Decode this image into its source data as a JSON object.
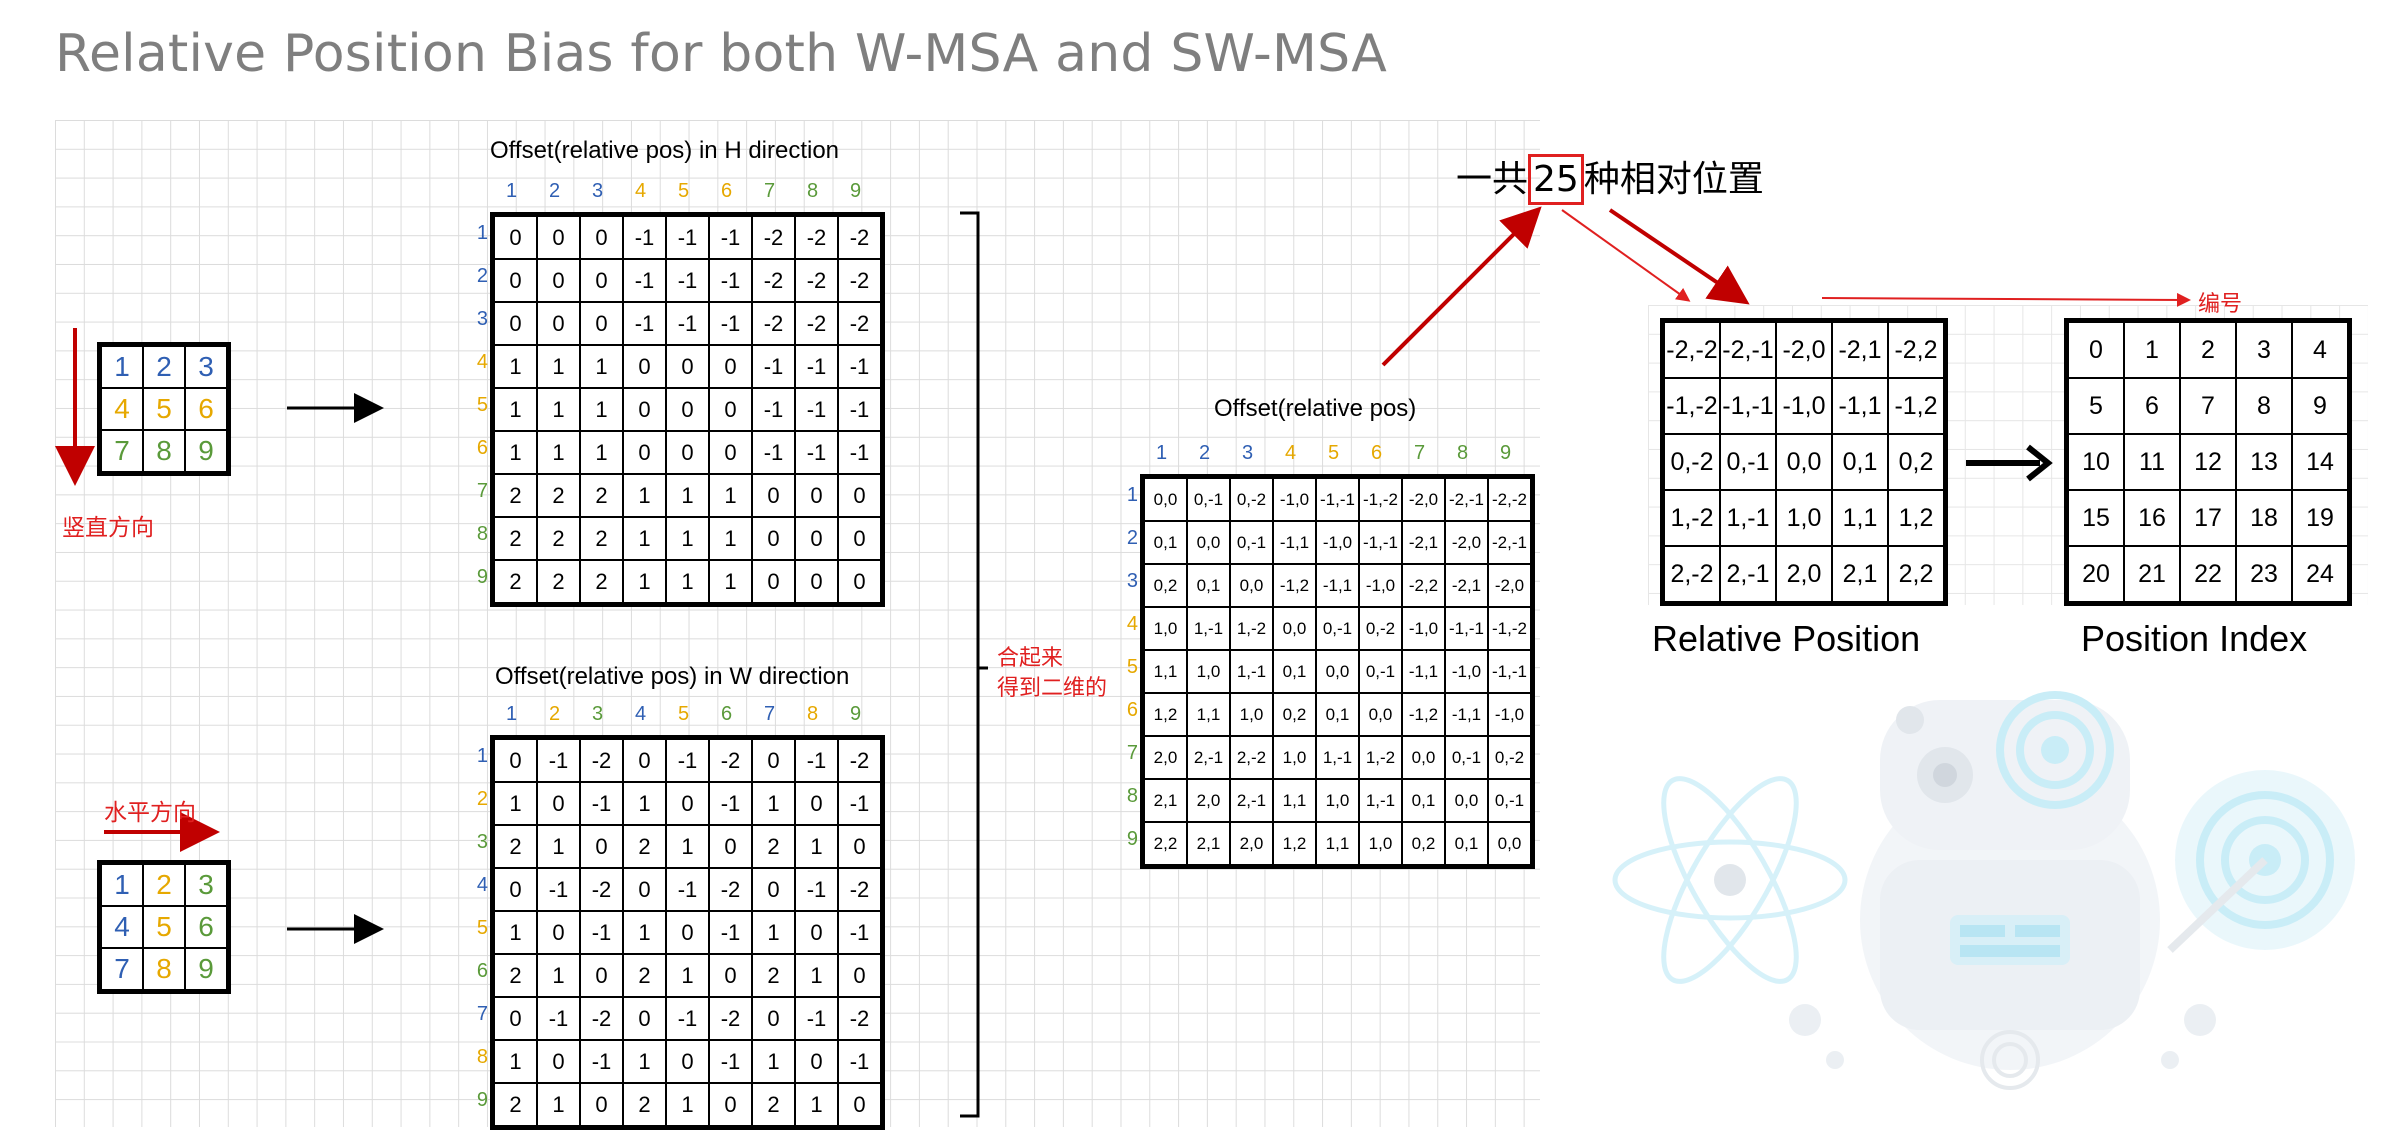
{
  "title": "Relative Position Bias for both W-MSA and SW-MSA",
  "small_grid_h": {
    "cells": [
      [
        "1",
        "2",
        "3"
      ],
      [
        "4",
        "5",
        "6"
      ],
      [
        "7",
        "8",
        "9"
      ]
    ],
    "colors": [
      [
        "blue",
        "blue",
        "blue"
      ],
      [
        "gold",
        "gold",
        "gold"
      ],
      [
        "green",
        "green",
        "green"
      ]
    ],
    "label": "竖直方向"
  },
  "small_grid_w": {
    "cells": [
      [
        "1",
        "2",
        "3"
      ],
      [
        "4",
        "5",
        "6"
      ],
      [
        "7",
        "8",
        "9"
      ]
    ],
    "colors": [
      [
        "blue",
        "gold",
        "green"
      ],
      [
        "blue",
        "gold",
        "green"
      ],
      [
        "blue",
        "gold",
        "green"
      ]
    ],
    "label": "水平方向"
  },
  "h_matrix": {
    "title": "Offset(relative pos) in H direction",
    "col_headers": [
      "1",
      "2",
      "3",
      "4",
      "5",
      "6",
      "7",
      "8",
      "9"
    ],
    "col_colors": [
      "blue",
      "blue",
      "blue",
      "gold",
      "gold",
      "gold",
      "green",
      "green",
      "green"
    ],
    "row_headers": [
      "1",
      "2",
      "3",
      "4",
      "5",
      "6",
      "7",
      "8",
      "9"
    ],
    "row_colors": [
      "blue",
      "blue",
      "blue",
      "gold",
      "gold",
      "gold",
      "green",
      "green",
      "green"
    ],
    "rows": [
      [
        "0",
        "0",
        "0",
        "-1",
        "-1",
        "-1",
        "-2",
        "-2",
        "-2"
      ],
      [
        "0",
        "0",
        "0",
        "-1",
        "-1",
        "-1",
        "-2",
        "-2",
        "-2"
      ],
      [
        "0",
        "0",
        "0",
        "-1",
        "-1",
        "-1",
        "-2",
        "-2",
        "-2"
      ],
      [
        "1",
        "1",
        "1",
        "0",
        "0",
        "0",
        "-1",
        "-1",
        "-1"
      ],
      [
        "1",
        "1",
        "1",
        "0",
        "0",
        "0",
        "-1",
        "-1",
        "-1"
      ],
      [
        "1",
        "1",
        "1",
        "0",
        "0",
        "0",
        "-1",
        "-1",
        "-1"
      ],
      [
        "2",
        "2",
        "2",
        "1",
        "1",
        "1",
        "0",
        "0",
        "0"
      ],
      [
        "2",
        "2",
        "2",
        "1",
        "1",
        "1",
        "0",
        "0",
        "0"
      ],
      [
        "2",
        "2",
        "2",
        "1",
        "1",
        "1",
        "0",
        "0",
        "0"
      ]
    ]
  },
  "w_matrix": {
    "title": "Offset(relative pos) in W direction",
    "col_headers": [
      "1",
      "2",
      "3",
      "4",
      "5",
      "6",
      "7",
      "8",
      "9"
    ],
    "col_colors": [
      "blue",
      "gold",
      "green",
      "blue",
      "gold",
      "green",
      "blue",
      "gold",
      "green"
    ],
    "row_headers": [
      "1",
      "2",
      "3",
      "4",
      "5",
      "6",
      "7",
      "8",
      "9"
    ],
    "row_colors": [
      "blue",
      "gold",
      "green",
      "blue",
      "gold",
      "green",
      "blue",
      "gold",
      "green"
    ],
    "rows": [
      [
        "0",
        "-1",
        "-2",
        "0",
        "-1",
        "-2",
        "0",
        "-1",
        "-2"
      ],
      [
        "1",
        "0",
        "-1",
        "1",
        "0",
        "-1",
        "1",
        "0",
        "-1"
      ],
      [
        "2",
        "1",
        "0",
        "2",
        "1",
        "0",
        "2",
        "1",
        "0"
      ],
      [
        "0",
        "-1",
        "-2",
        "0",
        "-1",
        "-2",
        "0",
        "-1",
        "-2"
      ],
      [
        "1",
        "0",
        "-1",
        "1",
        "0",
        "-1",
        "1",
        "0",
        "-1"
      ],
      [
        "2",
        "1",
        "0",
        "2",
        "1",
        "0",
        "2",
        "1",
        "0"
      ],
      [
        "0",
        "-1",
        "-2",
        "0",
        "-1",
        "-2",
        "0",
        "-1",
        "-2"
      ],
      [
        "1",
        "0",
        "-1",
        "1",
        "0",
        "-1",
        "1",
        "0",
        "-1"
      ],
      [
        "2",
        "1",
        "0",
        "2",
        "1",
        "0",
        "2",
        "1",
        "0"
      ]
    ]
  },
  "combine_label_line1": "合起来",
  "combine_label_line2": "得到二维的",
  "combined_matrix": {
    "title": "Offset(relative pos)",
    "col_headers": [
      "1",
      "2",
      "3",
      "4",
      "5",
      "6",
      "7",
      "8",
      "9"
    ],
    "col_colors": [
      "blue",
      "blue",
      "blue",
      "gold",
      "gold",
      "gold",
      "green",
      "green",
      "green"
    ],
    "row_headers": [
      "1",
      "2",
      "3",
      "4",
      "5",
      "6",
      "7",
      "8",
      "9"
    ],
    "row_colors": [
      "blue",
      "blue",
      "blue",
      "gold",
      "gold",
      "gold",
      "green",
      "green",
      "green"
    ],
    "rows": [
      [
        "0,0",
        "0,-1",
        "0,-2",
        "-1,0",
        "-1,-1",
        "-1,-2",
        "-2,0",
        "-2,-1",
        "-2,-2"
      ],
      [
        "0,1",
        "0,0",
        "0,-1",
        "-1,1",
        "-1,0",
        "-1,-1",
        "-2,1",
        "-2,0",
        "-2,-1"
      ],
      [
        "0,2",
        "0,1",
        "0,0",
        "-1,2",
        "-1,1",
        "-1,0",
        "-2,2",
        "-2,1",
        "-2,0"
      ],
      [
        "1,0",
        "1,-1",
        "1,-2",
        "0,0",
        "0,-1",
        "0,-2",
        "-1,0",
        "-1,-1",
        "-1,-2"
      ],
      [
        "1,1",
        "1,0",
        "1,-1",
        "0,1",
        "0,0",
        "0,-1",
        "-1,1",
        "-1,0",
        "-1,-1"
      ],
      [
        "1,2",
        "1,1",
        "1,0",
        "0,2",
        "0,1",
        "0,0",
        "-1,2",
        "-1,1",
        "-1,0"
      ],
      [
        "2,0",
        "2,-1",
        "2,-2",
        "1,0",
        "1,-1",
        "1,-2",
        "0,0",
        "0,-1",
        "0,-2"
      ],
      [
        "2,1",
        "2,0",
        "2,-1",
        "1,1",
        "1,0",
        "1,-1",
        "0,1",
        "0,0",
        "0,-1"
      ],
      [
        "2,2",
        "2,1",
        "2,0",
        "1,2",
        "1,1",
        "1,0",
        "0,2",
        "0,1",
        "0,0"
      ]
    ]
  },
  "annotation_prefix": "一共",
  "annotation_boxed": "25",
  "annotation_suffix": "种相对位置",
  "numbering_label": "编号",
  "relative_position": {
    "caption": "Relative Position",
    "rows": [
      [
        "-2,-2",
        "-2,-1",
        "-2,0",
        "-2,1",
        "-2,2"
      ],
      [
        "-1,-2",
        "-1,-1",
        "-1,0",
        "-1,1",
        "-1,2"
      ],
      [
        "0,-2",
        "0,-1",
        "0,0",
        "0,1",
        "0,2"
      ],
      [
        "1,-2",
        "1,-1",
        "1,0",
        "1,1",
        "1,2"
      ],
      [
        "2,-2",
        "2,-1",
        "2,0",
        "2,1",
        "2,2"
      ]
    ]
  },
  "position_index": {
    "caption": "Position Index",
    "rows": [
      [
        "0",
        "1",
        "2",
        "3",
        "4"
      ],
      [
        "5",
        "6",
        "7",
        "8",
        "9"
      ],
      [
        "10",
        "11",
        "12",
        "13",
        "14"
      ],
      [
        "15",
        "16",
        "17",
        "18",
        "19"
      ],
      [
        "20",
        "21",
        "22",
        "23",
        "24"
      ]
    ]
  },
  "colors": {
    "blue": "#2f5fb3",
    "gold": "#e6a800",
    "green": "#5a9a3a",
    "red": "#e02020",
    "dark_red": "#c00000",
    "title_gray": "#7f7f7f"
  },
  "decorative_icon": "robot-atom-illustration"
}
